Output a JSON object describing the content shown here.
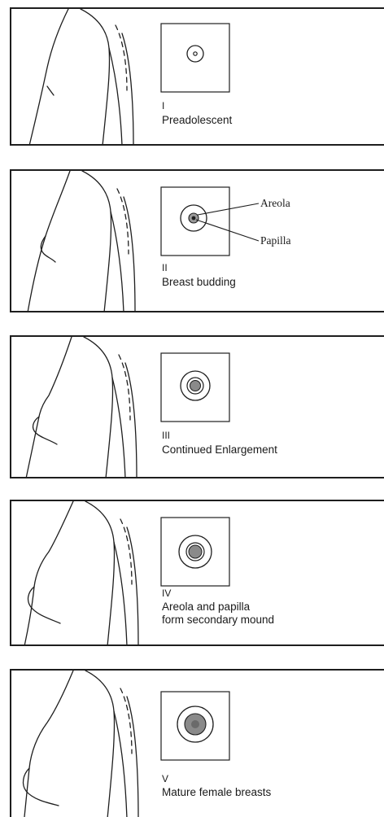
{
  "stages": [
    {
      "numeral": "I",
      "caption": "Preadolescent"
    },
    {
      "numeral": "II",
      "caption": "Breast budding"
    },
    {
      "numeral": "III",
      "caption": "Continued Enlargement"
    },
    {
      "numeral": "IV",
      "caption": "Areola and papilla\nform secondary mound"
    },
    {
      "numeral": "V",
      "caption": "Mature female breasts"
    }
  ],
  "labels": {
    "areola": "Areola",
    "papilla": "Papilla"
  },
  "colors": {
    "line": "#1e1e1e",
    "shade": "#8a8a8a"
  }
}
